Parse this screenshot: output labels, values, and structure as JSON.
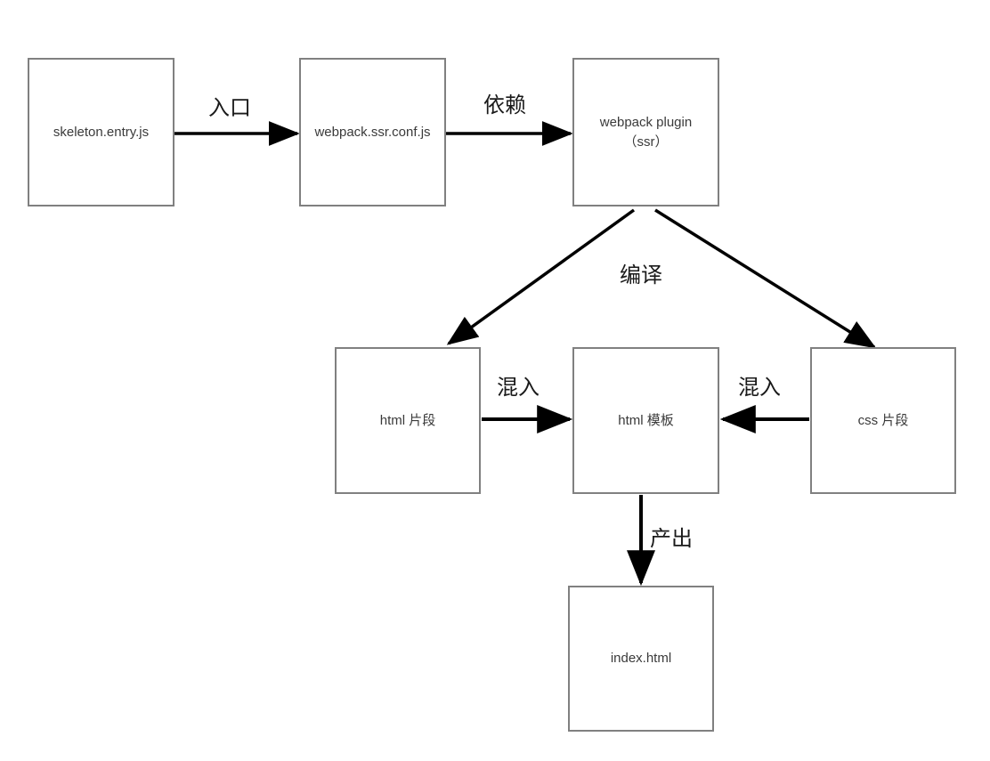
{
  "diagram": {
    "title": "webpack ssr skeleton flow",
    "colors": {
      "node_border": "#808080",
      "node_fill": "#ffffff",
      "edge": "#000000",
      "node_text": "#3a3a3a",
      "label_text": "#1a1a1a"
    },
    "nodes": [
      {
        "id": "skeleton",
        "label": "skeleton.entry.js"
      },
      {
        "id": "webpack_conf",
        "label": "webpack.ssr.conf.js"
      },
      {
        "id": "plugin",
        "label_line1": "webpack plugin",
        "label_line2": "（ssr）"
      },
      {
        "id": "html_frag",
        "label": "html 片段"
      },
      {
        "id": "html_tpl",
        "label": "html 模板"
      },
      {
        "id": "css_frag",
        "label": "css 片段"
      },
      {
        "id": "index_html",
        "label": "index.html"
      }
    ],
    "edges": [
      {
        "id": "entry",
        "from": "skeleton",
        "to": "webpack_conf",
        "label": "入口"
      },
      {
        "id": "depend",
        "from": "webpack_conf",
        "to": "plugin",
        "label": "依赖"
      },
      {
        "id": "compile",
        "from": "plugin",
        "to": "html_frag",
        "label": "编译"
      },
      {
        "id": "compile2",
        "from": "plugin",
        "to": "css_frag",
        "label": ""
      },
      {
        "id": "mix_left",
        "from": "html_frag",
        "to": "html_tpl",
        "label": "混入"
      },
      {
        "id": "mix_right",
        "from": "css_frag",
        "to": "html_tpl",
        "label": "混入"
      },
      {
        "id": "output",
        "from": "html_tpl",
        "to": "index_html",
        "label": "产出"
      }
    ]
  }
}
